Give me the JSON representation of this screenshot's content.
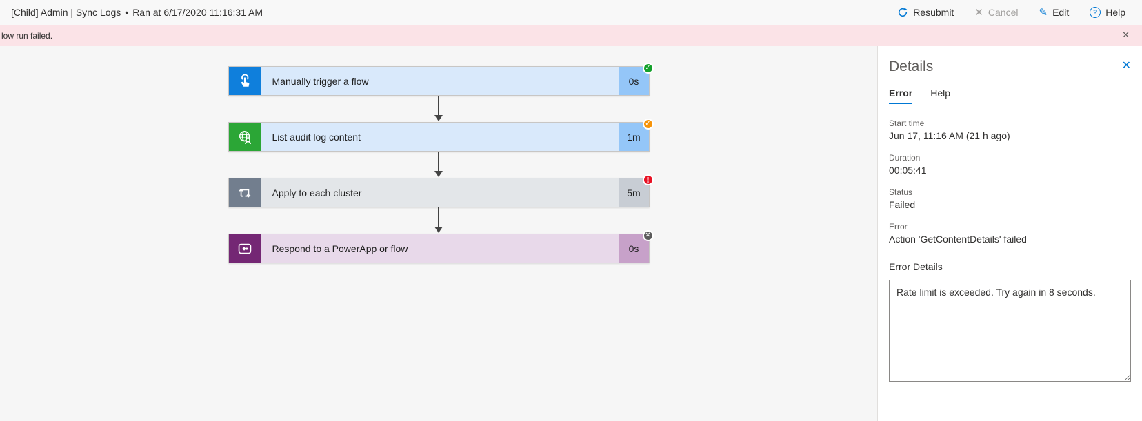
{
  "header": {
    "flow_name": "[Child] Admin | Sync Logs",
    "separator": "•",
    "ran_at": "Ran at 6/17/2020 11:16:31 AM",
    "buttons": {
      "resubmit": "Resubmit",
      "cancel": "Cancel",
      "edit": "Edit",
      "help": "Help",
      "cancel_icon": "✕",
      "edit_icon": "✎",
      "help_icon": "?"
    }
  },
  "banner": {
    "message": "low run failed.",
    "close_icon": "✕"
  },
  "flow": {
    "steps": [
      {
        "label": "Manually trigger a flow",
        "duration": "0s",
        "status": "succeeded",
        "status_glyph": "✓",
        "icon": "hand-tap-icon"
      },
      {
        "label": "List audit log content",
        "duration": "1m",
        "status": "warning",
        "status_glyph": "✓",
        "icon": "globe-person-icon"
      },
      {
        "label": "Apply to each cluster",
        "duration": "5m",
        "status": "failed",
        "status_glyph": "!",
        "icon": "loop-icon"
      },
      {
        "label": "Respond to a PowerApp or flow",
        "duration": "0s",
        "status": "skipped",
        "status_glyph": "✕",
        "icon": "powerapps-icon"
      }
    ]
  },
  "details_panel": {
    "title": "Details",
    "close_icon": "✕",
    "tabs": [
      {
        "label": "Error",
        "active": true
      },
      {
        "label": "Help",
        "active": false
      }
    ],
    "fields": [
      {
        "label": "Start time",
        "value": "Jun 17, 11:16 AM (21 h ago)"
      },
      {
        "label": "Duration",
        "value": "00:05:41"
      },
      {
        "label": "Status",
        "value": "Failed"
      },
      {
        "label": "Error",
        "value": "Action 'GetContentDetails' failed"
      }
    ],
    "error_details_label": "Error Details",
    "error_details_value": "Rate limit is exceeded. Try again in 8 seconds."
  },
  "colors": {
    "accent": "#0078d4",
    "success": "#14a02b",
    "warning": "#f7940a",
    "error": "#e81123",
    "skipped": "#5b5b5b",
    "banner_bg": "#fbe3e7",
    "manual_icon_bg": "#0f7fdc",
    "http_icon_bg": "#2ba636",
    "loop_icon_bg": "#727e8e",
    "powerapp_icon_bg": "#742774"
  }
}
